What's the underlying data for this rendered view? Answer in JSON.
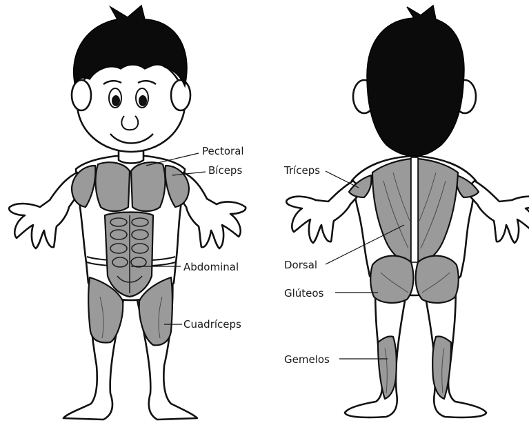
{
  "front_labels": {
    "pectoral": "Pectoral",
    "biceps": "Bíceps",
    "abdominal": "Abdominal",
    "cuadriceps": "Cuadríceps"
  },
  "back_labels": {
    "triceps": "Tríceps",
    "dorsal": "Dorsal",
    "gluteos": "Glúteos",
    "gemelos": "Gemelos"
  },
  "colors": {
    "muscle": "#9a9a9a",
    "outline": "#111111",
    "hair": "#0b0b0b",
    "background": "#ffffff"
  }
}
